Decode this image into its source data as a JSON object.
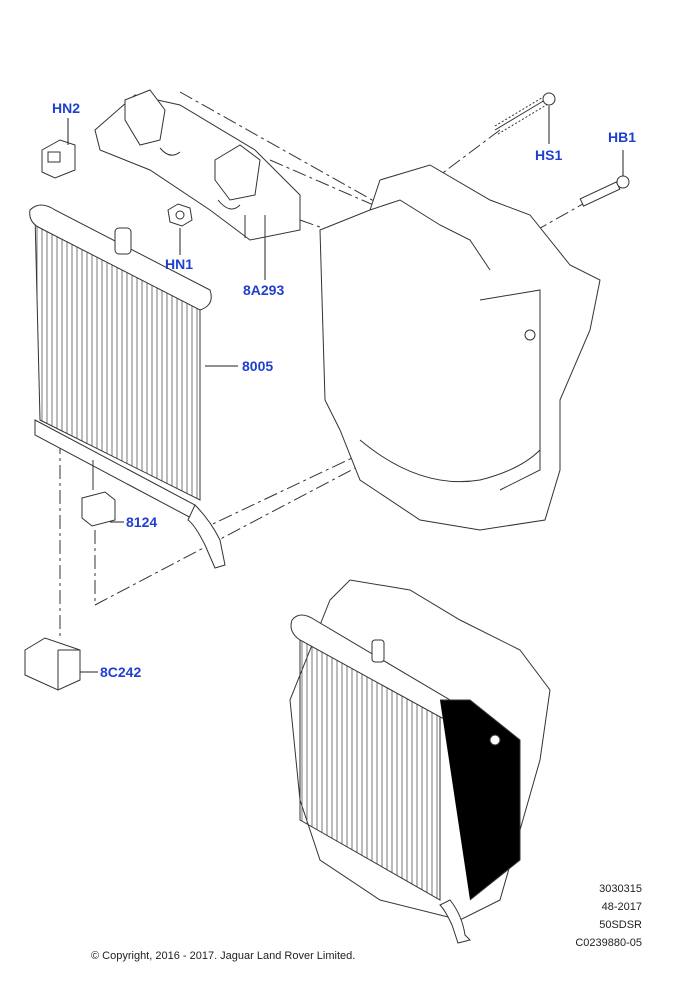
{
  "callouts": {
    "hn2": "HN2",
    "hn1": "HN1",
    "a8a293": "8A293",
    "a8005": "8005",
    "a8124": "8124",
    "a8c242": "8C242",
    "hs1": "HS1",
    "hb1": "HB1"
  },
  "reference": {
    "line1": "3030315",
    "line2": "48-2017",
    "line3": "50SDSR",
    "line4": "C0239880-05"
  },
  "copyright": "© Copyright, 2016 - 2017. Jaguar Land Rover Limited.",
  "colors": {
    "callout": "#1f3fd1",
    "line": "#333333"
  }
}
